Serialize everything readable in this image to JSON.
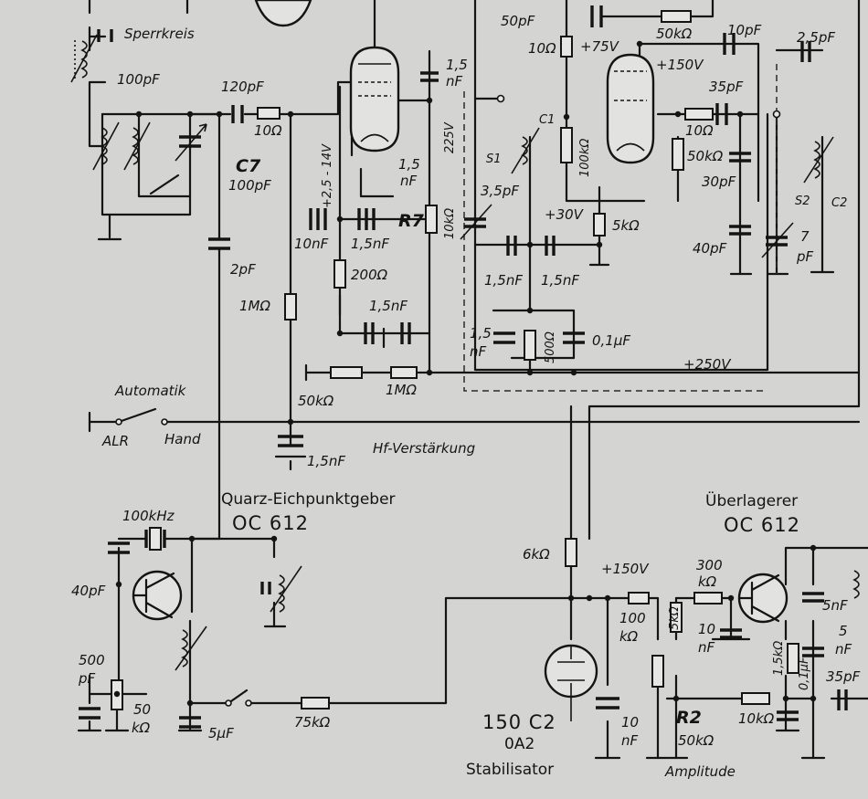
{
  "colors": {
    "paper": "#d4d4d2",
    "ink": "#141414"
  },
  "labels": {
    "sperrkreis": "Sperrkreis",
    "c_100pf_top": "100pF",
    "c_120pf": "120pF",
    "r_10_a": "10Ω",
    "c7_ref": "C7",
    "c7_val": "100pF",
    "c_2pf": "2pF",
    "r_1m_a": "1MΩ",
    "v_25_14": "+2,5 - 14V",
    "c_1_5nf_a": "1,5",
    "c_1_5nf_a2": "nF",
    "c_1_5nf_b": "1,5",
    "c_1_5nf_b2": "nF",
    "v_225": "225V",
    "r7_ref": "R7",
    "r_10k_a": "10kΩ",
    "c_10nf_a": "10nF",
    "c_1_5nf_c": "1,5nF",
    "r_200": "200Ω",
    "c_1_5nf_d": "1,5nF",
    "automatik": "Automatik",
    "alr": "ALR",
    "hand": "Hand",
    "r_50k_pot": "50kΩ",
    "r_1m_b": "1MΩ",
    "hf_verst": "Hf-Verstärkung",
    "c_1_5nf_e": "1,5nF",
    "c_50pf": "50pF",
    "r_10_b": "10Ω",
    "v_75": "+75V",
    "r_50k_b": "50kΩ",
    "v_150_top": "+150V",
    "c_10pf": "10pF",
    "c_2_5pf": "2,5pF",
    "c_35pf": "35pF",
    "r_10_c": "10Ω",
    "c1_mark": "C1",
    "s1_mark": "S1",
    "c_3_5pf": "3,5pF",
    "r_100k_a": "100kΩ",
    "r_50k_c": "50kΩ",
    "c_30pf": "30pF",
    "v_30": "+30V",
    "r_5k_a": "5kΩ",
    "s2_mark": "S2",
    "c2_mark": "C2",
    "c_40pf_a": "40pF",
    "c_7pf_a": "7",
    "c_7pf_b": "pF",
    "c_1_5nf_f": "1,5nF",
    "c_1_5nf_g": "1,5nF",
    "c_1_5_h": "1,5",
    "c_1_5_h2": "nF",
    "r_500": "500Ω",
    "c_0_1uf_a": "0,1µF",
    "v_250": "+250V",
    "quarz_title": "Quarz-Eichpunktgeber",
    "oc612_a": "OC 612",
    "xtal_100k": "100kHz",
    "c_40pf_b": "40pF",
    "c_500pf_a": "500",
    "c_500pf_b": "pF",
    "r_50k_d_a": "50",
    "r_50k_d_b": "kΩ",
    "c_5uf": "5µF",
    "r_75k": "75kΩ",
    "r_6k": "6kΩ",
    "v_150_bot": "+150V",
    "tube_150c2": "150 C2",
    "tube_0a2": "0A2",
    "stabilisator": "Stabilisator",
    "r_100k_b_a": "100",
    "r_100k_b_b": "kΩ",
    "c_10nf_b_a": "10",
    "c_10nf_b_b": "nF",
    "r2_ref": "R2",
    "r2_val": "50kΩ",
    "amplitude": "Amplitude",
    "ueberlagerer": "Überlagerer",
    "oc612_b": "OC 612",
    "r_300k_a": "300",
    "r_300k_b": "kΩ",
    "r_5k_b": "5kΩ",
    "c_10nf_c_a": "10",
    "c_10nf_c_b": "nF",
    "c_5nf_a": "5nF",
    "c_5nf_b_a": "5",
    "c_5nf_b_b": "nF",
    "r_1_5k": "1,5kΩ",
    "c_0_1uf_b": "0,1µF",
    "r_10k_b": "10kΩ",
    "c_35pf_b": "35pF"
  }
}
